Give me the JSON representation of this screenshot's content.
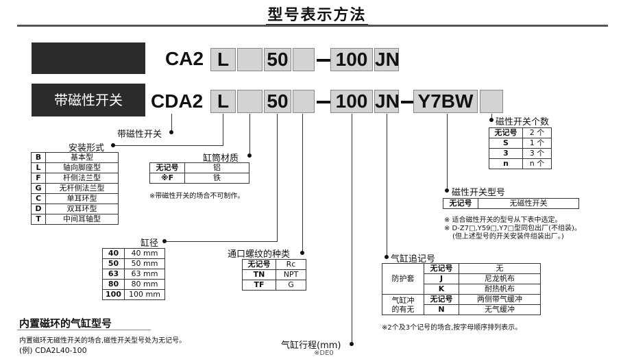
{
  "title": "型号表示方法",
  "row1": {
    "prefix": "CA2",
    "mount": "L",
    "bore": "50",
    "stroke": "100",
    "port": "JN"
  },
  "row2": {
    "label": "带磁性开关",
    "prefix": "CDA2",
    "mount": "L",
    "bore": "50",
    "stroke": "100",
    "port": "JN",
    "switch": "Y7BW"
  },
  "labels": {
    "with_switch": "带磁性开关",
    "mounting": "安装形式",
    "tube_material": "缸筒材质",
    "bore": "缸径",
    "port_thread": "通口螺纹的种类",
    "stroke": "气缸行程(mm)",
    "suffix": "气缸追记号",
    "switch_type": "磁性开关型号",
    "switch_count": "磁性开关个数",
    "internal_magnet": "内置磁环的气缸型号"
  },
  "mounting": [
    {
      "code": "B",
      "desc": "基本型"
    },
    {
      "code": "L",
      "desc": "轴向脚座型"
    },
    {
      "code": "F",
      "desc": "杆侧法兰型"
    },
    {
      "code": "G",
      "desc": "无杆侧法兰型"
    },
    {
      "code": "C",
      "desc": "单耳环型"
    },
    {
      "code": "D",
      "desc": "双耳环型"
    },
    {
      "code": "T",
      "desc": "中间耳轴型"
    }
  ],
  "tube_material": [
    {
      "code": "无记号",
      "desc": "铝"
    },
    {
      "code": "※F",
      "desc": "铁"
    }
  ],
  "tube_note": "※带磁性开关的场合不可制作。",
  "bore": [
    {
      "code": "40",
      "desc": "40 mm"
    },
    {
      "code": "50",
      "desc": "50 mm"
    },
    {
      "code": "63",
      "desc": "63 mm"
    },
    {
      "code": "80",
      "desc": "80 mm"
    },
    {
      "code": "100",
      "desc": "100 mm"
    }
  ],
  "port_thread": [
    {
      "code": "无记号",
      "desc": "Rc"
    },
    {
      "code": "TN",
      "desc": "NPT"
    },
    {
      "code": "TF",
      "desc": "G"
    }
  ],
  "switch_count": [
    {
      "code": "无记号",
      "desc": "2 个"
    },
    {
      "code": "S",
      "desc": "1 个"
    },
    {
      "code": "3",
      "desc": "3 个"
    },
    {
      "code": "n",
      "desc": "n 个"
    }
  ],
  "switch_type": {
    "code": "无记号",
    "desc": "无磁性开关"
  },
  "switch_notes": [
    "※ 适合磁性开关的型号从下表中选定。",
    "※ D-Z7□,Y59□,Y7□型同包出厂(不组装)。",
    "(但上述型号的开关安装件组装出厂。)"
  ],
  "suffix": {
    "group1": "防护套",
    "group2a": "气缸冲",
    "group2b": "的有无",
    "rows": [
      {
        "code": "无记号",
        "desc": "无"
      },
      {
        "code": "J",
        "desc": "尼龙帆布"
      },
      {
        "code": "K",
        "desc": "耐热帆布"
      },
      {
        "code": "无记号",
        "desc": "两侧带气缓冲"
      },
      {
        "code": "N",
        "desc": "无气缓冲"
      }
    ]
  },
  "suffix_note": "※2个及3个记号的场合,按字母顺序排列表示。",
  "internal_text": "内置磁环无磁性开关的场合,磁性开关型号处为无记号。",
  "internal_example": "(例) CDA2L40-100",
  "stroke_cut": "※DE0"
}
